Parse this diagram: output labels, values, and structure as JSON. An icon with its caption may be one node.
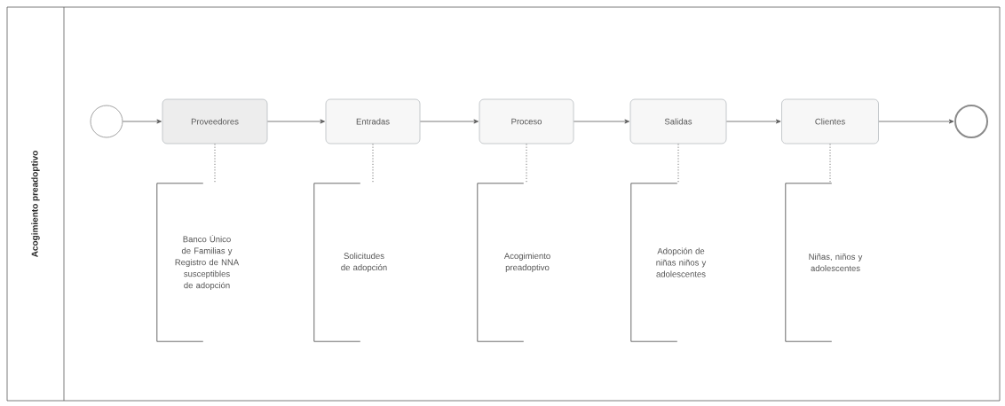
{
  "diagram": {
    "nodes": [
      {
        "text": [
          "Acogimiento preadoptivo"
        ]
      },
      {
        "text": [],
        "shape": "circle",
        "in": 0
      },
      {
        "text": [
          "Proveedores"
        ],
        "in": 0
      },
      {
        "text": [
          "Entradas"
        ],
        "in": 0
      },
      {
        "text": [
          "Proceso"
        ],
        "in": 0
      },
      {
        "text": [
          "Salidas"
        ],
        "in": 0
      },
      {
        "text": [
          "Clientes"
        ],
        "in": 0
      },
      {
        "text": [],
        "shape": "circle",
        "in": 0
      },
      {
        "text": [
          "Banco Único de Familias y Registro de NNA susceptibles de adopción"
        ],
        "in": 0
      },
      {
        "text": [
          "Solicitudes de adopción"
        ],
        "in": 0
      },
      {
        "text": [
          "Acogimiento preadoptivo"
        ],
        "in": 0
      },
      {
        "text": [
          "Adopción de niñas niños y adolescentes"
        ],
        "in": 0
      },
      {
        "text": [
          "Niñas, niños y adolescentes"
        ],
        "in": 0
      }
    ],
    "edges": [
      {
        "from": 1,
        "to": 2,
        "arrow": "to"
      },
      {
        "from": 2,
        "to": 3,
        "arrow": "to"
      },
      {
        "from": 3,
        "to": 4,
        "arrow": "to"
      },
      {
        "from": 4,
        "to": 5,
        "arrow": "to"
      },
      {
        "from": 5,
        "to": 6,
        "arrow": "to"
      },
      {
        "from": 6,
        "to": 7,
        "arrow": "to"
      },
      {
        "from": 2,
        "to": 8,
        "arrow": "none",
        "style": "dashed"
      },
      {
        "from": 3,
        "to": 9,
        "arrow": "none",
        "style": "dashed"
      },
      {
        "from": 4,
        "to": 10,
        "arrow": "none",
        "style": "dashed"
      },
      {
        "from": 5,
        "to": 11,
        "arrow": "none",
        "style": "dashed"
      },
      {
        "from": 6,
        "to": 12,
        "arrow": "none",
        "style": "dashed"
      }
    ]
  }
}
